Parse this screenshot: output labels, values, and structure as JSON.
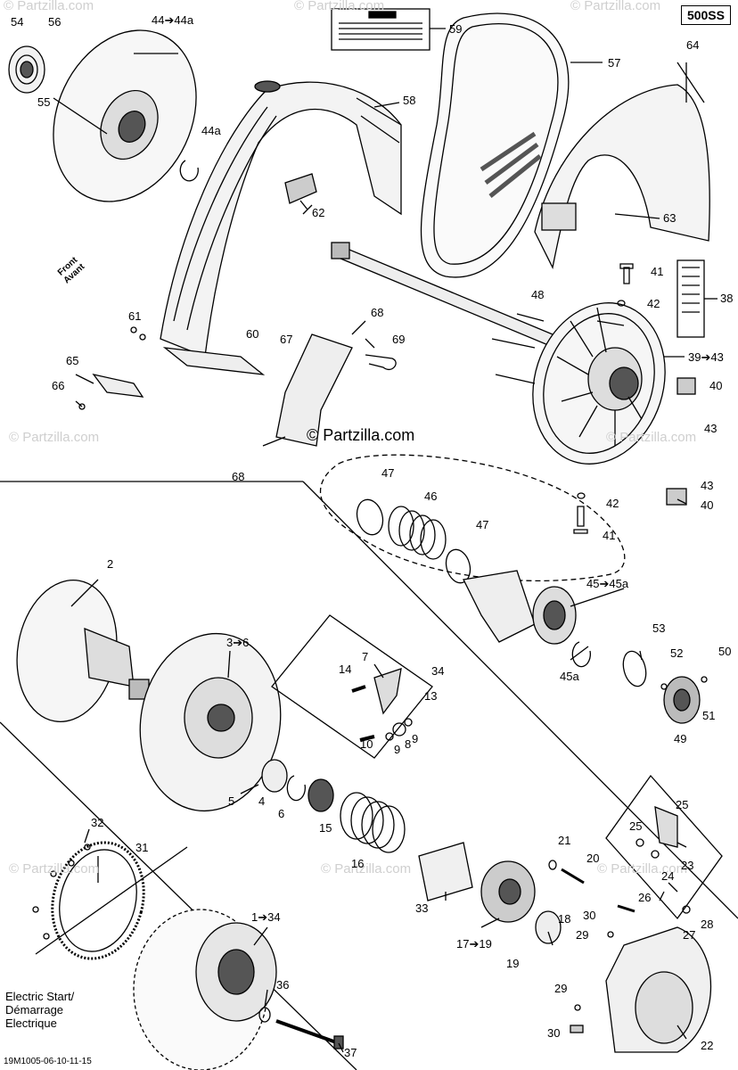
{
  "badge": "500SS",
  "drawing_code": "19M1005-06-10-11-15",
  "watermark": "© Partzilla.com",
  "center_watermark": "© Partzilla.com",
  "front_arrow": {
    "line1": "Front",
    "line2": "Avant"
  },
  "electric_start": {
    "line1": "Electric Start/",
    "line2": "Démarrage",
    "line3": "Electrique"
  },
  "colors": {
    "line": "#000000",
    "watermark": "#cfcfcf",
    "part_fill": "#f2f2f2",
    "dark_fill": "#555555"
  },
  "callouts": {
    "c54": "54",
    "c56": "56",
    "c55": "55",
    "c44": "44➔44a",
    "c44a": "44a",
    "c59": "59",
    "c57": "57",
    "c64": "64",
    "c58": "58",
    "c62": "62",
    "c63": "63",
    "c41a": "41",
    "c42a": "42",
    "c38": "38",
    "c48": "48",
    "c68a": "68",
    "c61": "61",
    "c60": "60",
    "c67": "67",
    "c69": "69",
    "c39": "39➔43",
    "c65": "65",
    "c66": "66",
    "c40a": "40",
    "c43a": "43",
    "c68b": "68",
    "c47a": "47",
    "c46": "46",
    "c43b": "43",
    "c42b": "42",
    "c40b": "40",
    "c41b": "41",
    "c47b": "47",
    "c2": "2",
    "c45": "45➔45a",
    "c45a": "45a",
    "c53": "53",
    "c52": "52",
    "c50": "50",
    "c51": "51",
    "c49": "49",
    "c3": "3➔6",
    "c7": "7",
    "c14": "14",
    "c34a": "34",
    "c13": "13",
    "c10": "10",
    "c8": "8",
    "c9a": "9",
    "c9b": "9",
    "c5": "5",
    "c4": "4",
    "c6": "6",
    "c15": "15",
    "c16": "16",
    "c25a": "25",
    "c25b": "25",
    "c32": "32",
    "c31": "31",
    "c21": "21",
    "c20": "20",
    "c23": "23",
    "c24": "24",
    "c33": "33",
    "c18": "18",
    "c26": "26",
    "c30a": "30",
    "c28": "28",
    "c27": "27",
    "c29a": "29",
    "c17": "17➔19",
    "c19": "19",
    "c1": "1➔34",
    "c36": "36",
    "c29b": "29",
    "c30b": "30",
    "c22": "22",
    "c37": "37"
  }
}
